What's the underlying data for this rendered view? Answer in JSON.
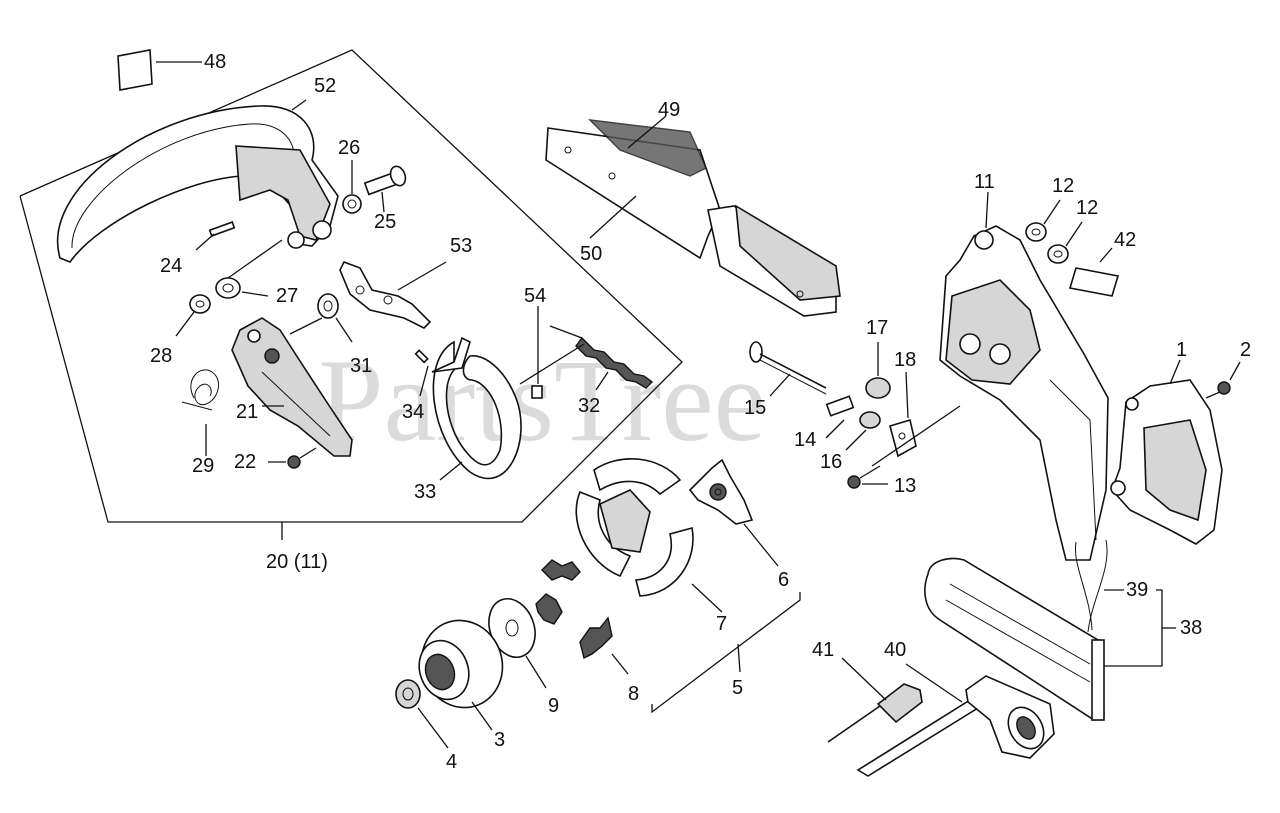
{
  "watermark": "PartsTree",
  "callouts": {
    "c1": "1",
    "c2": "2",
    "c3": "3",
    "c4": "4",
    "c5": "5",
    "c6": "6",
    "c7": "7",
    "c8": "8",
    "c9": "9",
    "c11": "11",
    "c12a": "12",
    "c12b": "12",
    "c13": "13",
    "c14": "14",
    "c15": "15",
    "c16": "16",
    "c17": "17",
    "c18": "18",
    "c20": "20 (11)",
    "c21": "21",
    "c22": "22",
    "c24": "24",
    "c25": "25",
    "c26": "26",
    "c27": "27",
    "c28": "28",
    "c29": "29",
    "c31": "31",
    "c32": "32",
    "c33": "33",
    "c34": "34",
    "c38": "38",
    "c39": "39",
    "c40": "40",
    "c41": "41",
    "c42": "42",
    "c48": "48",
    "c49": "49",
    "c50": "50",
    "c52": "52",
    "c53": "53",
    "c54": "54"
  }
}
